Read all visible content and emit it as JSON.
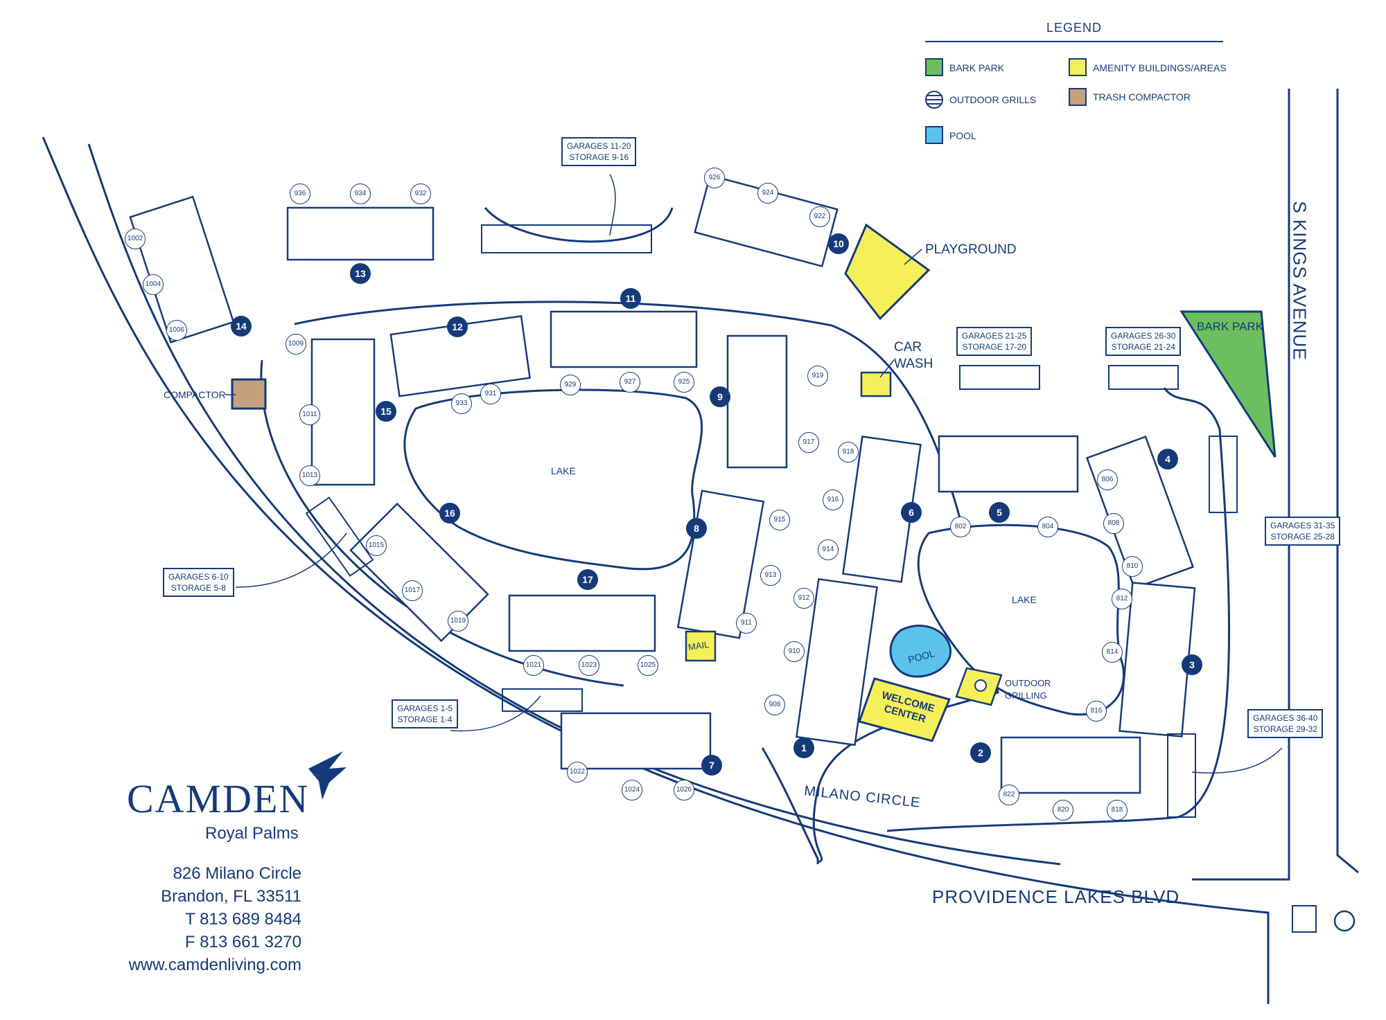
{
  "legend": {
    "title": "LEGEND",
    "items": [
      {
        "label": "BARK PARK",
        "color": "#6cbf5f",
        "icon": "green-swatch"
      },
      {
        "label": "AMENITY BUILDINGS/AREAS",
        "color": "#f5f05a",
        "icon": "yellow-swatch"
      },
      {
        "label": "OUTDOOR GRILLS",
        "icon": "grill-icon"
      },
      {
        "label": "TRASH COMPACTOR",
        "color": "#c4a07f",
        "icon": "brown-swatch"
      },
      {
        "label": "POOL",
        "color": "#5bc2ec",
        "icon": "blue-swatch"
      }
    ]
  },
  "streets": {
    "kings": "S KINGS AVENUE",
    "providence": "PROVIDENCE LAKES BLVD",
    "milano": "MILANO CIRCLE"
  },
  "areas": {
    "playground": "PLAYGROUND",
    "car_wash": "CAR WASH",
    "bark_park": "BARK PARK",
    "compactor": "COMPACTOR",
    "lake_west": "LAKE",
    "lake_east": "LAKE",
    "mail": "MAIL",
    "pool": "POOL",
    "welcome_center": "WELCOME CENTER",
    "outdoor_grilling": "OUTDOOR GRILLING"
  },
  "garages": [
    {
      "line1": "GARAGES 11-20",
      "line2": "STORAGE 9-16"
    },
    {
      "line1": "GARAGES 21-25",
      "line2": "STORAGE 17-20"
    },
    {
      "line1": "GARAGES 26-30",
      "line2": "STORAGE 21-24"
    },
    {
      "line1": "GARAGES 31-35",
      "line2": "STORAGE 25-28"
    },
    {
      "line1": "GARAGES 6-10",
      "line2": "STORAGE 5-8"
    },
    {
      "line1": "GARAGES 1-5",
      "line2": "STORAGE 1-4"
    },
    {
      "line1": "GARAGES 36-40",
      "line2": "STORAGE 29-32"
    }
  ],
  "buildings": [
    "1",
    "2",
    "3",
    "4",
    "5",
    "6",
    "7",
    "8",
    "9",
    "10",
    "11",
    "12",
    "13",
    "14",
    "15",
    "16",
    "17"
  ],
  "addresses": [
    "936",
    "934",
    "932",
    "926",
    "924",
    "922",
    "1002",
    "1004",
    "1006",
    "1009",
    "1011",
    "1013",
    "1015",
    "1017",
    "1019",
    "1021",
    "1023",
    "1025",
    "1022",
    "1024",
    "1026",
    "929",
    "927",
    "925",
    "933",
    "931",
    "919",
    "917",
    "915",
    "913",
    "911",
    "918",
    "916",
    "914",
    "912",
    "910",
    "908",
    "806",
    "808",
    "810",
    "812",
    "814",
    "816",
    "802",
    "804",
    "822",
    "820",
    "818"
  ],
  "property": {
    "brand": "CAMDEN",
    "name": "Royal Palms",
    "address1": "826 Milano Circle",
    "address2": "Brandon, FL 33511",
    "phone": "T 813 689 8484",
    "fax": "F 813 661 3270",
    "website": "www.camdenliving.com"
  }
}
